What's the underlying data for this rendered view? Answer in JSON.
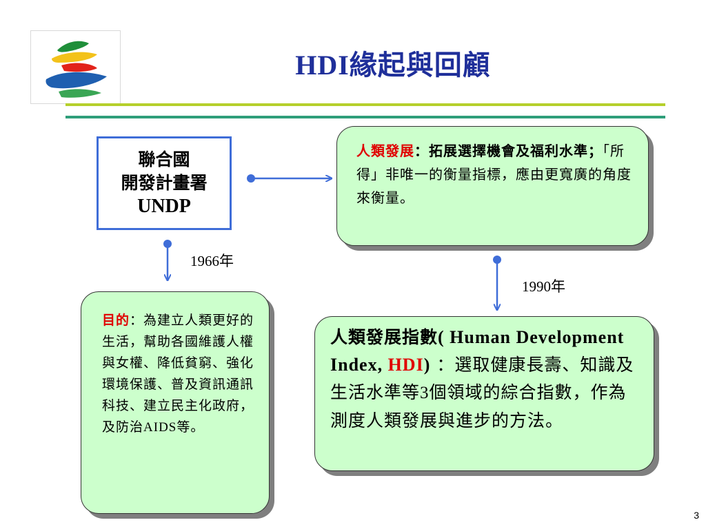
{
  "title": "HDI緣起與回顧",
  "undp": {
    "line1": "聯合國",
    "line2": "開發計畫署",
    "line3": "UNDP"
  },
  "human_development": {
    "label": "人類發展",
    "text_bold": "：拓展選擇機會及福利水準；",
    "text": "「所得」非唯一的衡量指標，應由更寬廣的角度來衡量。"
  },
  "goal": {
    "label": "目的",
    "text_pre": "：為建立人類更好的生活，幫助各國維護人權與女權、降低貧窮、強化環境保護、普及資訊通訊科技、建立民主化政府，及防治",
    "text_aids": "AIDS",
    "text_post": "等。"
  },
  "hdi": {
    "name_cn": "人類發展指數",
    "name_en_open": "( Human Development Index, ",
    "abbr": "HDI",
    "name_en_close": ")",
    "text_a": " ：選取健康長壽、知識及生活水準等",
    "count": "3",
    "text_b": "個領域的綜合指數，作為測度人類發展與進步的方法。"
  },
  "years": {
    "first": "1966年",
    "second": "1990年"
  },
  "page_number": "3",
  "colors": {
    "title": "#1f2f9a",
    "rule_top": "#b5cf2b",
    "rule_bottom": "#2f9e7a",
    "box_fill": "#ccffcc",
    "connector": "#3f6dd8",
    "highlight": "#e00000"
  }
}
